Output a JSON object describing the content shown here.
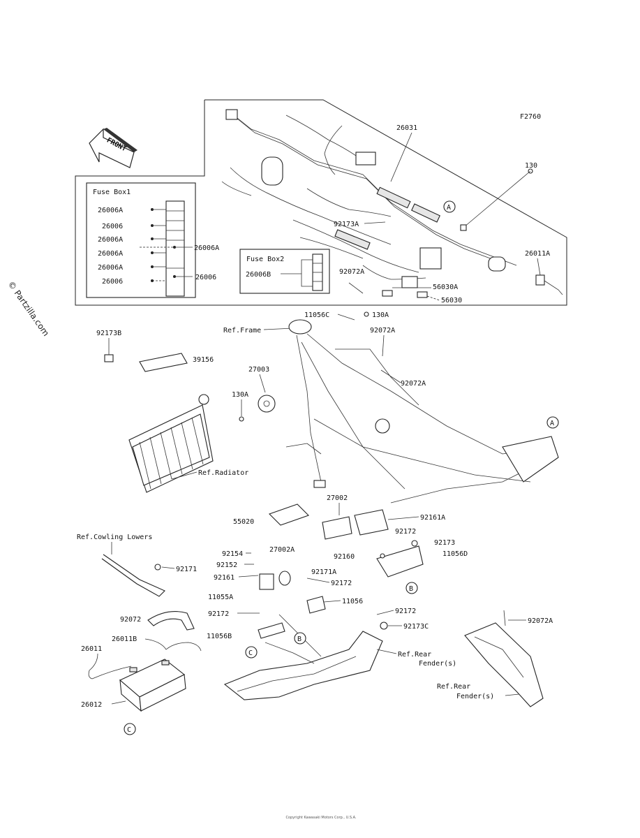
{
  "diagram_code": "F2760",
  "watermark": "© Partzilla.com",
  "front_label": "FRONT",
  "fuse_box1": {
    "title": "Fuse Box1",
    "items": [
      "26006A",
      "26006",
      "26006A",
      "26006A",
      "26006A",
      "26006"
    ],
    "right_items": [
      "26006A",
      "26006"
    ]
  },
  "fuse_box2": {
    "title": "Fuse Box2",
    "item": "26006B"
  },
  "callouts": {
    "c26031": "26031",
    "c130": "130",
    "c92173A": "92173A",
    "c92072A_top": "92072A",
    "c26011A": "26011A",
    "c56030A": "56030A",
    "c56030": "56030",
    "c11056C": "11056C",
    "c130A_top": "130A",
    "c92072A_a": "92072A",
    "c92072A_b": "92072A",
    "c92173B": "92173B",
    "c39156": "39156",
    "c27003": "27003",
    "c130A_left": "130A",
    "ref_frame": "Ref.Frame",
    "ref_radiator": "Ref.Radiator",
    "c27002": "27002",
    "c92161A": "92161A",
    "c55020": "55020",
    "c92172_a": "92172",
    "c92173": "92173",
    "c27002A": "27002A",
    "c92160": "92160",
    "c11056D": "11056D",
    "ref_cowling": "Ref.Cowling Lowers",
    "c92154": "92154",
    "c92152": "92152",
    "c92161": "92161",
    "c92171A": "92171A",
    "c92172_b": "92172",
    "c92171": "92171",
    "c11055A": "11055A",
    "c11056": "11056",
    "c92172_c": "92172",
    "c92172_d": "92172",
    "c92173C": "92173C",
    "c92072": "92072",
    "c26011B": "26011B",
    "c11056B": "11056B",
    "c26011": "26011",
    "c26012": "26012",
    "c92072A_c": "92072A",
    "ref_rear_fender_1a": "Ref.Rear",
    "ref_rear_fender_1b": "Fender(s)",
    "ref_rear_fender_2a": "Ref.Rear",
    "ref_rear_fender_2b": "Fender(s)",
    "circle_A": "A",
    "circle_B": "B",
    "circle_C": "C"
  },
  "footer_text": "Copyright Kawasaki Motors Corp., U.S.A."
}
